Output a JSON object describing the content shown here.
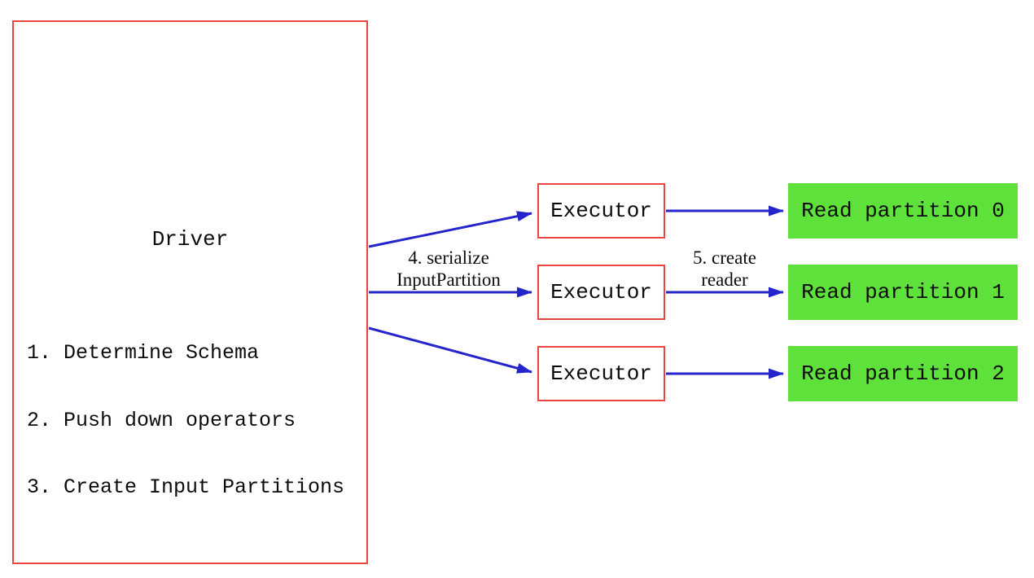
{
  "colors": {
    "box_border_red": "#e8463f",
    "arrow_blue": "#2424cb",
    "partition_green": "#5ee23b",
    "text_black": "#0c0c0c",
    "background": "#ffffff"
  },
  "driver": {
    "title": "Driver",
    "steps": [
      "1. Determine Schema",
      "2. Push down operators",
      "3. Create Input Partitions"
    ]
  },
  "executors": [
    {
      "label": "Executor"
    },
    {
      "label": "Executor"
    },
    {
      "label": "Executor"
    }
  ],
  "partitions": [
    {
      "label": "Read partition 0"
    },
    {
      "label": "Read partition 1"
    },
    {
      "label": "Read partition 2"
    }
  ],
  "edge_labels": {
    "serialize": [
      "4. serialize",
      "InputPartition"
    ],
    "create": [
      "5. create",
      "reader"
    ]
  }
}
